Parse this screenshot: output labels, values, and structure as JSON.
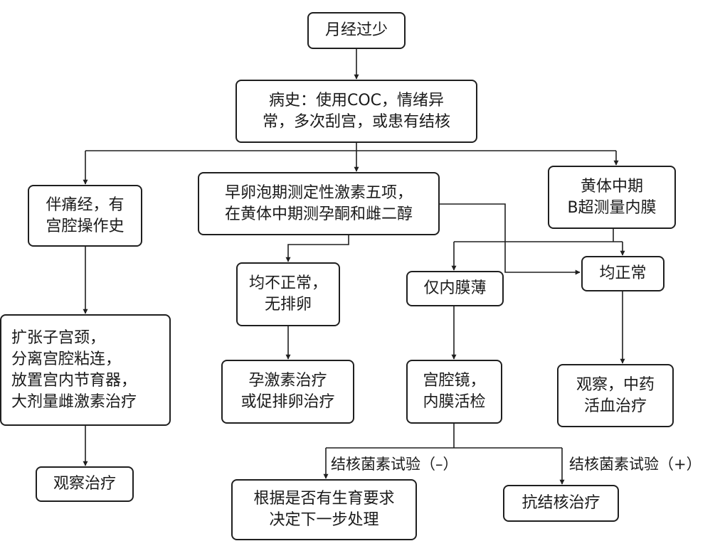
{
  "nodes": {
    "root": [
      "月经过少"
    ],
    "history": [
      "病史：使用COC，情绪异",
      "常，多次刮宫，或患有结核"
    ],
    "dysmenorrhea": [
      "伴痛经，有",
      "宫腔操作史"
    ],
    "hormone_test": [
      "早卵泡期测定性激素五项，",
      "在黄体中期测孕酮和雌二醇"
    ],
    "ultrasound": [
      "黄体中期",
      "B超测量内膜"
    ],
    "abnormal": [
      "均不正常，",
      "无排卵"
    ],
    "thin_endometrium": [
      "仅内膜薄"
    ],
    "all_normal": [
      "均正常"
    ],
    "dilation_treatment": [
      "扩张子宫颈，",
      "分离宫腔粘连，",
      "放置宫内节育器，",
      "大剂量雌激素治疗"
    ],
    "progestin_treatment": [
      "孕激素治疗",
      "或促排卵治疗"
    ],
    "hysteroscopy": [
      "宫腔镜，",
      "内膜活检"
    ],
    "observe_tcm": [
      "观察，中药",
      "活血治疗"
    ],
    "observe_treat": [
      "观察治疗"
    ],
    "fertility_decision": [
      "根据是否有生育要求",
      "决定下一步处理"
    ],
    "anti_tb": [
      "抗结核治疗"
    ]
  },
  "edge_labels": {
    "tb_negative": "结核菌素试验（–）",
    "tb_positive": "结核菌素试验（+）"
  },
  "colors": {
    "stroke": "#1f1f1f",
    "background": "#ffffff"
  }
}
